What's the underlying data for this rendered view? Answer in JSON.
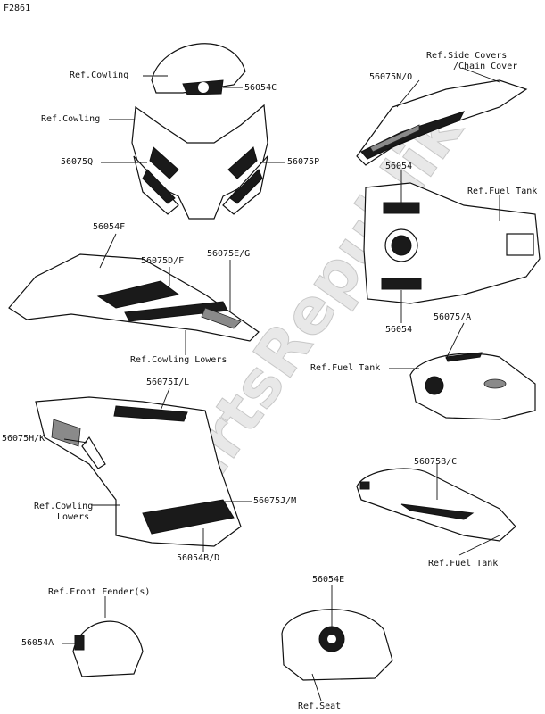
{
  "figure_code": "F2861",
  "watermark": "PartsRepublik",
  "colors": {
    "ink": "#111111",
    "decal_dark": "#1a1a1a",
    "decal_gray": "#8a8a8a"
  },
  "labels": {
    "ref_cowling_1": "Ref.Cowling",
    "part_56054C": "56054C",
    "ref_cowling_2": "Ref.Cowling",
    "part_56075Q": "56075Q",
    "part_56075P": "56075P",
    "ref_side_covers_1": "Ref.Side Covers",
    "ref_side_covers_2": "/Chain Cover",
    "part_56075NO": "56075N/O",
    "part_56054_top": "56054",
    "ref_fuel_tank_1": "Ref.Fuel Tank",
    "part_56054F": "56054F",
    "part_56075DF": "56075D/F",
    "part_56075EG": "56075E/G",
    "ref_cowling_lowers_1": "Ref.Cowling Lowers",
    "part_56054_bottom": "56054",
    "part_56075A": "56075/A",
    "ref_fuel_tank_2": "Ref.Fuel Tank",
    "part_56075IL": "56075I/L",
    "part_56075HK": "56075H/K",
    "part_56075BC": "56075B/C",
    "ref_cowling_lowers_2a": "Ref.Cowling",
    "ref_cowling_lowers_2b": "Lowers",
    "part_56075JM": "56075J/M",
    "part_56054BD": "56054B/D",
    "ref_fuel_tank_3": "Ref.Fuel Tank",
    "ref_front_fender": "Ref.Front Fender(s)",
    "part_56054A": "56054A",
    "part_56054E": "56054E",
    "ref_seat": "Ref.Seat"
  }
}
